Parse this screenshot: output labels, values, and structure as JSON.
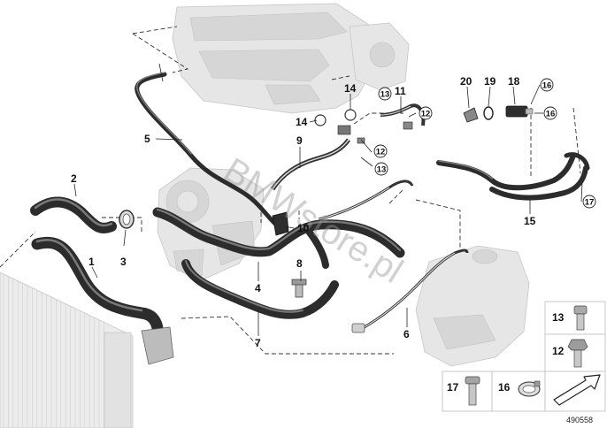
{
  "watermark": "BMWstore.pl",
  "diagram_number": "490558",
  "callouts": {
    "p1": "1",
    "p2": "2",
    "p3": "3",
    "p4": "4",
    "p5": "5",
    "p6": "6",
    "p7": "7",
    "p8": "8",
    "p9": "9",
    "p10": "10",
    "p11": "11",
    "p12a": "12",
    "p12b": "12",
    "p13a": "13",
    "p13b": "13",
    "p14a": "14",
    "p14b": "14",
    "p15": "15",
    "p16a": "16",
    "p16b": "16",
    "p17": "17",
    "p18": "18",
    "p19": "19",
    "p20": "20"
  },
  "legend": {
    "i13": "13",
    "i12": "12",
    "i17": "17",
    "i16": "16"
  },
  "colors": {
    "hose": "#2c2c2c",
    "engine_ghost": "#e6e6e6",
    "radiator_ghost": "#ececec",
    "legend_bg": "#ffffff",
    "legend_border": "#bdbdbd"
  }
}
